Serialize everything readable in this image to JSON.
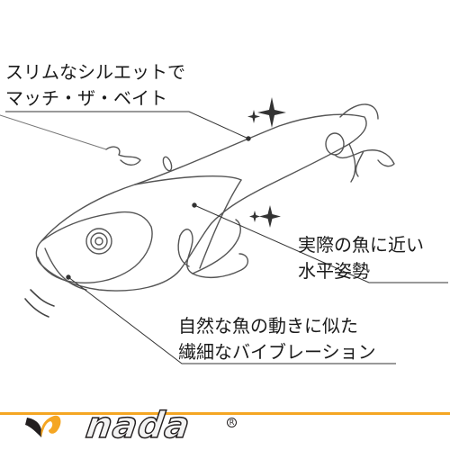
{
  "callouts": {
    "top": {
      "line1": "スリムなシルエットで",
      "line2": "マッチ・ザ・ベイト"
    },
    "right": {
      "line1": "実際の魚に近い",
      "line2": "水平姿勢"
    },
    "bottom": {
      "line1": "自然な魚の動きに似た",
      "line2": "繊細なバイブレーション"
    }
  },
  "brand": {
    "name": "nada",
    "registered": "R"
  },
  "colors": {
    "accent": "#f5a623",
    "ink": "#231f20",
    "line": "#333333"
  },
  "icons": [
    "sparkle-icon",
    "brand-logo-icon"
  ]
}
